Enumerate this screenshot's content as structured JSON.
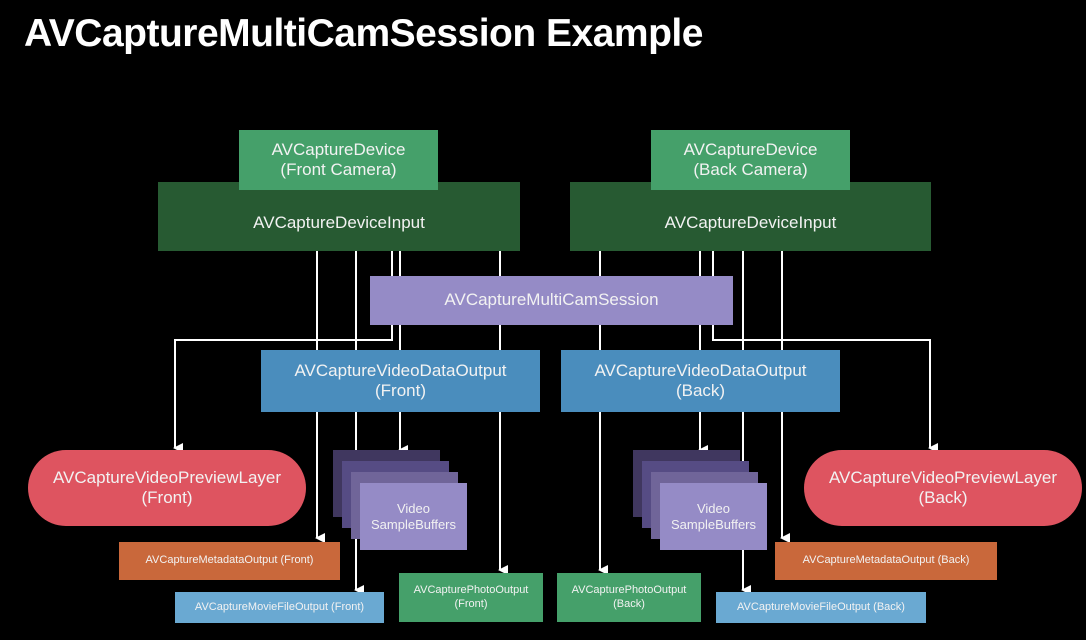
{
  "title": "AVCaptureMultiCamSession Example",
  "front": {
    "device": {
      "line1": "AVCaptureDevice",
      "line2": "(Front Camera)"
    },
    "device_input": "AVCaptureDeviceInput",
    "video_data_output": {
      "line1": "AVCaptureVideoDataOutput",
      "line2": "(Front)"
    },
    "preview_layer": {
      "line1": "AVCaptureVideoPreviewLayer",
      "line2": "(Front)"
    },
    "sample_buffers": {
      "line1": "Video",
      "line2": "SampleBuffers"
    },
    "metadata_output": "AVCaptureMetadataOutput (Front)",
    "movie_file_output": "AVCaptureMovieFileOutput (Front)",
    "photo_output": {
      "line1": "AVCapturePhotoOutput",
      "line2": "(Front)"
    }
  },
  "back": {
    "device": {
      "line1": "AVCaptureDevice",
      "line2": "(Back Camera)"
    },
    "device_input": "AVCaptureDeviceInput",
    "video_data_output": {
      "line1": "AVCaptureVideoDataOutput",
      "line2": "(Back)"
    },
    "preview_layer": {
      "line1": "AVCaptureVideoPreviewLayer",
      "line2": "(Back)"
    },
    "sample_buffers": {
      "line1": "Video",
      "line2": "SampleBuffers"
    },
    "metadata_output": "AVCaptureMetadataOutput (Back)",
    "movie_file_output": "AVCaptureMovieFileOutput (Back)",
    "photo_output": {
      "line1": "AVCapturePhotoOutput",
      "line2": "(Back)"
    }
  },
  "session": "AVCaptureMultiCamSession",
  "colors": {
    "device": "#45a06a",
    "device_input": "#275a32",
    "session": "#958bc6",
    "video_data_output": "#4a8dbd",
    "preview_layer": "#de5460",
    "metadata_output": "#c9683b",
    "movie_file_output": "#6aa9d2",
    "photo_output": "#45a06a",
    "wire": "#ffffff"
  }
}
